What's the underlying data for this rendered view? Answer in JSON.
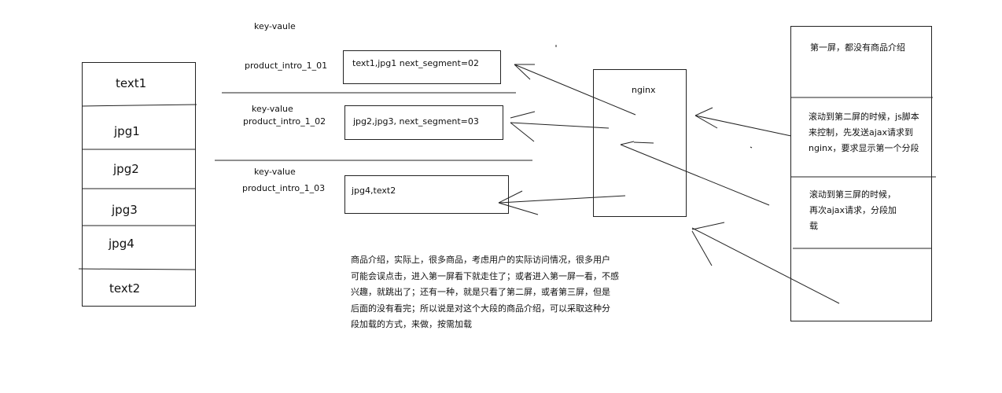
{
  "left_column": {
    "segments": [
      "text1",
      "jpg1",
      "jpg2",
      "jpg3",
      "jpg4",
      "text2"
    ]
  },
  "middle": {
    "header_label": "key-vaule",
    "rows": [
      {
        "key_label": "",
        "key": "product_intro_1_01",
        "value": "text1,jpg1 next_segment=02"
      },
      {
        "key_label": "key-value",
        "key": "product_intro_1_02",
        "value": "jpg2,jpg3, next_segment=03"
      },
      {
        "key_label": "key-value",
        "key": "product_intro_1_03",
        "value": "jpg4,text2"
      }
    ]
  },
  "nginx": {
    "label": "nginx"
  },
  "right_panel": {
    "screen1": "第一屏，都没有商品介绍",
    "screen2_lines": [
      "滚动到第二屏的时候，js脚本",
      "来控制，先发送ajax请求到",
      "nginx，要求显示第一个分段"
    ],
    "screen3_lines": [
      "滚动到第三屏的时候，",
      "再次ajax请求，分段加",
      "载"
    ]
  },
  "explanation_lines": [
    "商品介绍，实际上，很多商品，考虑用户的实际访问情况，很多用户",
    "可能会误点击，进入第一屏看下就走住了；或者进入第一屏一看，不感",
    "兴趣，就跳出了；还有一种，就是只看了第二屏，或者第三屏，但是",
    "后面的没有看完；所以说是对这个大段的商品介绍，可以采取这种分",
    "段加载的方式，来做，按需加载"
  ]
}
